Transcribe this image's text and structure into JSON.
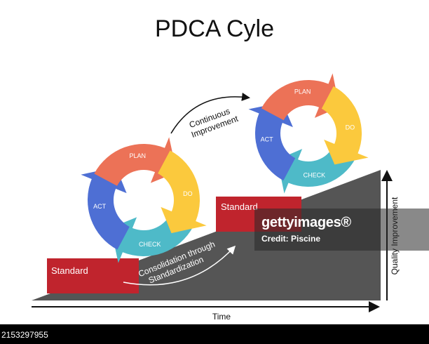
{
  "title": "PDCA Cyle",
  "cycle_labels": {
    "plan": "PLAN",
    "do": "DO",
    "check": "CHECK",
    "act": "ACT"
  },
  "standard_label": "Standard",
  "continuous_label": [
    "Continuous",
    "Improvement"
  ],
  "consolidation_label": [
    "Consolidation through",
    "Standardization"
  ],
  "x_axis_label": "Time",
  "y_axis_label": "Quality Improvement",
  "watermark": {
    "brand": "gettyimages®",
    "credit": "Credit: Piscine"
  },
  "footer_id": "2153297955",
  "colors": {
    "plan": "#ec7257",
    "do": "#fbc93d",
    "check": "#4ebac8",
    "act": "#4e6fd4",
    "standard": "#c0242d",
    "slope": "#555555"
  }
}
